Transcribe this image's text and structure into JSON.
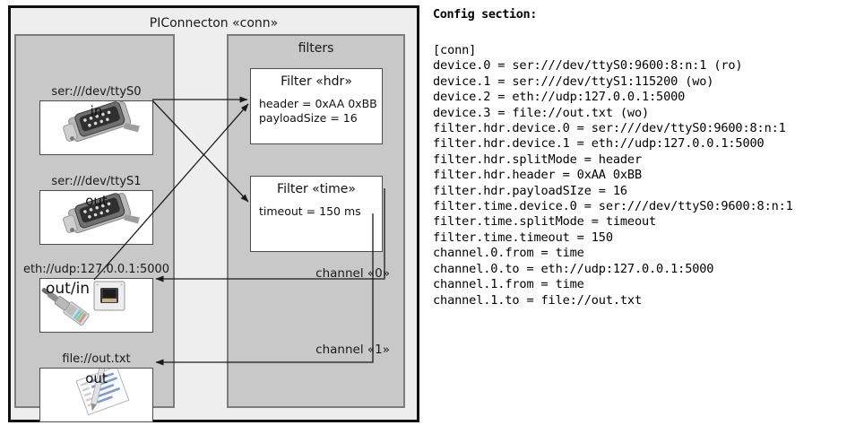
{
  "diagram": {
    "title": "PIConnecton «conn»",
    "groups": {
      "devices": {
        "title": ""
      },
      "filters": {
        "title": "filters"
      }
    },
    "devices": [
      {
        "caption": "ser:///dev/ttyS0",
        "label": "in",
        "icon": "serial-port-icon"
      },
      {
        "caption": "ser:///dev/ttyS1",
        "label": "out",
        "icon": "serial-port-icon"
      },
      {
        "caption": "eth://udp:127.0.0.1:5000",
        "label": "out/in",
        "icon": "ethernet-connector-icon"
      },
      {
        "caption": "file://out.txt",
        "label": "out",
        "icon": "text-file-icon"
      }
    ],
    "filters": [
      {
        "title": "Filter «hdr»",
        "props": [
          "header = 0xAA 0xBB",
          "payloadSize = 16"
        ]
      },
      {
        "title": "Filter «time»",
        "props": [
          "timeout = 150 ms"
        ]
      }
    ],
    "channels": [
      {
        "label": "channel «0»"
      },
      {
        "label": "channel «1»"
      }
    ],
    "colors": {
      "page_background": "#ffffff",
      "outer_fill": "#eeeeee",
      "outer_border": "#111111",
      "group_fill": "#c8c8c8",
      "group_border": "#7d7d7d",
      "box_fill": "#ffffff",
      "box_border": "#4d4d4d",
      "connector": "#1a1a1a",
      "text": "#1a1a1a"
    }
  },
  "config": {
    "heading": "Config section:",
    "lines": [
      "[conn]",
      "device.0 = ser:///dev/ttyS0:9600:8:n:1 (ro)",
      "device.1 = ser:///dev/ttyS1:115200 (wo)",
      "device.2 = eth://udp:127.0.0.1:5000",
      "device.3 = file://out.txt (wo)",
      "filter.hdr.device.0 = ser:///dev/ttyS0:9600:8:n:1",
      "filter.hdr.device.1 = eth://udp:127.0.0.1:5000",
      "filter.hdr.splitMode = header",
      "filter.hdr.header = 0xAA 0xBB",
      "filter.hdr.payloadSIze = 16",
      "filter.time.device.0 = ser:///dev/ttyS0:9600:8:n:1",
      "filter.time.splitMode = timeout",
      "filter.time.timeout = 150",
      "channel.0.from = time",
      "channel.0.to = eth://udp:127.0.0.1:5000",
      "channel.1.from = time",
      "channel.1.to = file://out.txt"
    ]
  }
}
